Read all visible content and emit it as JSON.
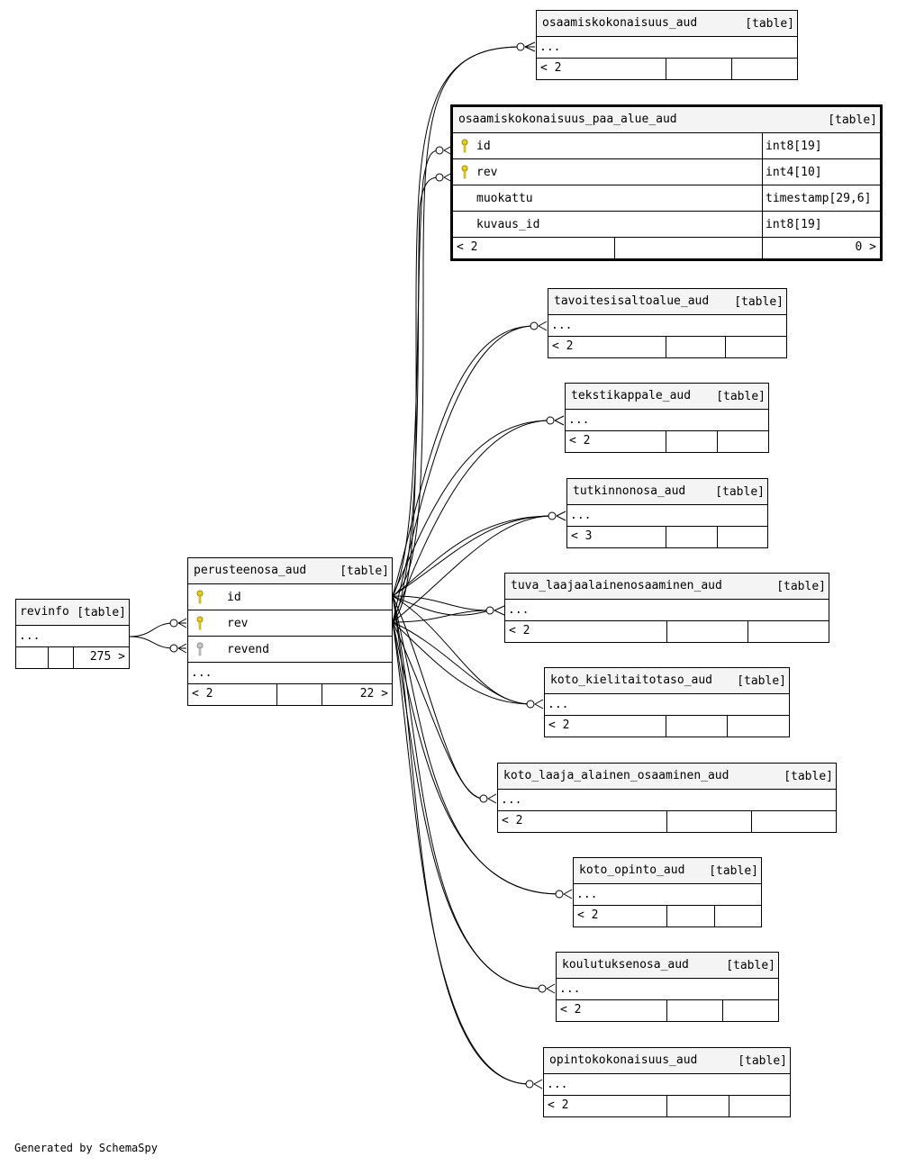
{
  "footer_text": "Generated by SchemaSpy",
  "tables": [
    {
      "id": "osaamiskokonaisuus_aud",
      "name": "osaamiskokonaisuus_aud",
      "kind": "[table]",
      "ellipsis": "...",
      "parents": "< 2",
      "children": "",
      "rows": ""
    },
    {
      "id": "osaamiskokonaisuus_paa_alue_aud",
      "name": "osaamiskokonaisuus_paa_alue_aud",
      "kind": "[table]",
      "parents": "< 2",
      "children": "0 >",
      "rows": "",
      "columns": [
        {
          "name": "id",
          "type": "int8[19]",
          "key": "primary"
        },
        {
          "name": "rev",
          "type": "int4[10]",
          "key": "primary"
        },
        {
          "name": "muokattu",
          "type": "timestamp[29,6]",
          "key": "none"
        },
        {
          "name": "kuvaus_id",
          "type": "int8[19]",
          "key": "none"
        }
      ]
    },
    {
      "id": "tavoitesisaltoalue_aud",
      "name": "tavoitesisaltoalue_aud",
      "kind": "[table]",
      "ellipsis": "...",
      "parents": "< 2",
      "children": "",
      "rows": ""
    },
    {
      "id": "tekstikappale_aud",
      "name": "tekstikappale_aud",
      "kind": "[table]",
      "ellipsis": "...",
      "parents": "< 2",
      "children": "",
      "rows": ""
    },
    {
      "id": "tutkinnonosa_aud",
      "name": "tutkinnonosa_aud",
      "kind": "[table]",
      "ellipsis": "...",
      "parents": "< 3",
      "children": "",
      "rows": ""
    },
    {
      "id": "tuva_laajaalainenosaaminen_aud",
      "name": "tuva_laajaalainenosaaminen_aud",
      "kind": "[table]",
      "ellipsis": "...",
      "parents": "< 2",
      "children": "",
      "rows": ""
    },
    {
      "id": "koto_kielitaitotaso_aud",
      "name": "koto_kielitaitotaso_aud",
      "kind": "[table]",
      "ellipsis": "...",
      "parents": "< 2",
      "children": "",
      "rows": ""
    },
    {
      "id": "koto_laaja_alainen_osaaminen_aud",
      "name": "koto_laaja_alainen_osaaminen_aud",
      "kind": "[table]",
      "ellipsis": "...",
      "parents": "< 2",
      "children": "",
      "rows": ""
    },
    {
      "id": "koto_opinto_aud",
      "name": "koto_opinto_aud",
      "kind": "[table]",
      "ellipsis": "...",
      "parents": "< 2",
      "children": "",
      "rows": ""
    },
    {
      "id": "koulutuksenosa_aud",
      "name": "koulutuksenosa_aud",
      "kind": "[table]",
      "ellipsis": "...",
      "parents": "< 2",
      "children": "",
      "rows": ""
    },
    {
      "id": "opintokokonaisuus_aud",
      "name": "opintokokonaisuus_aud",
      "kind": "[table]",
      "ellipsis": "...",
      "parents": "< 2",
      "children": "",
      "rows": ""
    },
    {
      "id": "perusteenosa_aud",
      "name": "perusteenosa_aud",
      "kind": "[table]",
      "ellipsis": "...",
      "parents": "< 2",
      "children": "22 >",
      "rows": "",
      "columns": [
        {
          "name": "id",
          "key": "primary"
        },
        {
          "name": "rev",
          "key": "primary"
        },
        {
          "name": "revend",
          "key": "foreign"
        }
      ]
    },
    {
      "id": "revinfo",
      "name": "revinfo",
      "kind": "[table]",
      "ellipsis": "...",
      "parents": "",
      "children": "",
      "rows": "275 >"
    }
  ]
}
